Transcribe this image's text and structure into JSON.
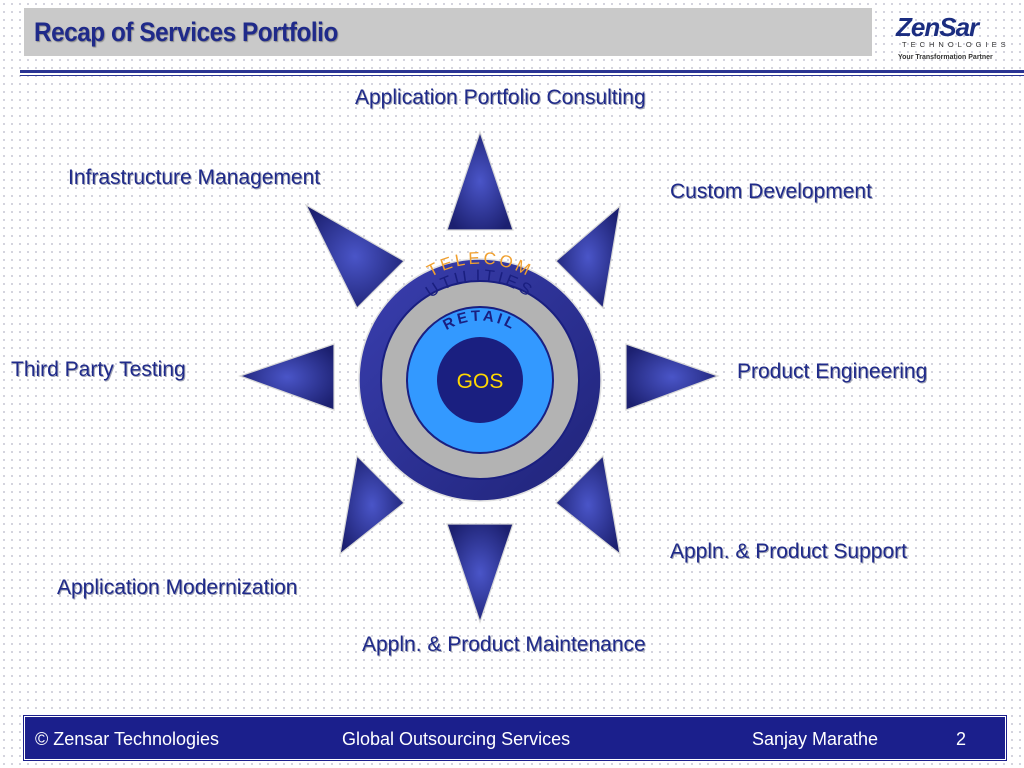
{
  "header": {
    "title": "Recap of Services Portfolio"
  },
  "logo": {
    "name": "ZenSar",
    "subtitle": "TECHNOLOGIES",
    "tagline": "Your Transformation Partner"
  },
  "diagram": {
    "center": "GOS",
    "rings": [
      "TELECOM",
      "UTILITIES",
      "RETAIL"
    ],
    "services": {
      "top": "Application Portfolio Consulting",
      "top_right": "Custom Development",
      "right": "Product Engineering",
      "bottom_right": "Appln. & Product Support",
      "bottom": "Appln. & Product Maintenance",
      "bottom_left": "Application Modernization",
      "left": "Third Party Testing",
      "top_left": "Infrastructure Management"
    },
    "colors": {
      "outer_ring": "#2e3192",
      "middle_ring": "#b3b3b3",
      "inner_ring": "#3399ff",
      "core": "#1a1f80",
      "core_text": "#ffd700",
      "arrow": "#2a3190"
    }
  },
  "footer": {
    "copyright": "© Zensar Technologies",
    "center": "Global Outsourcing Services",
    "author": "Sanjay Marathe",
    "page": "2"
  }
}
